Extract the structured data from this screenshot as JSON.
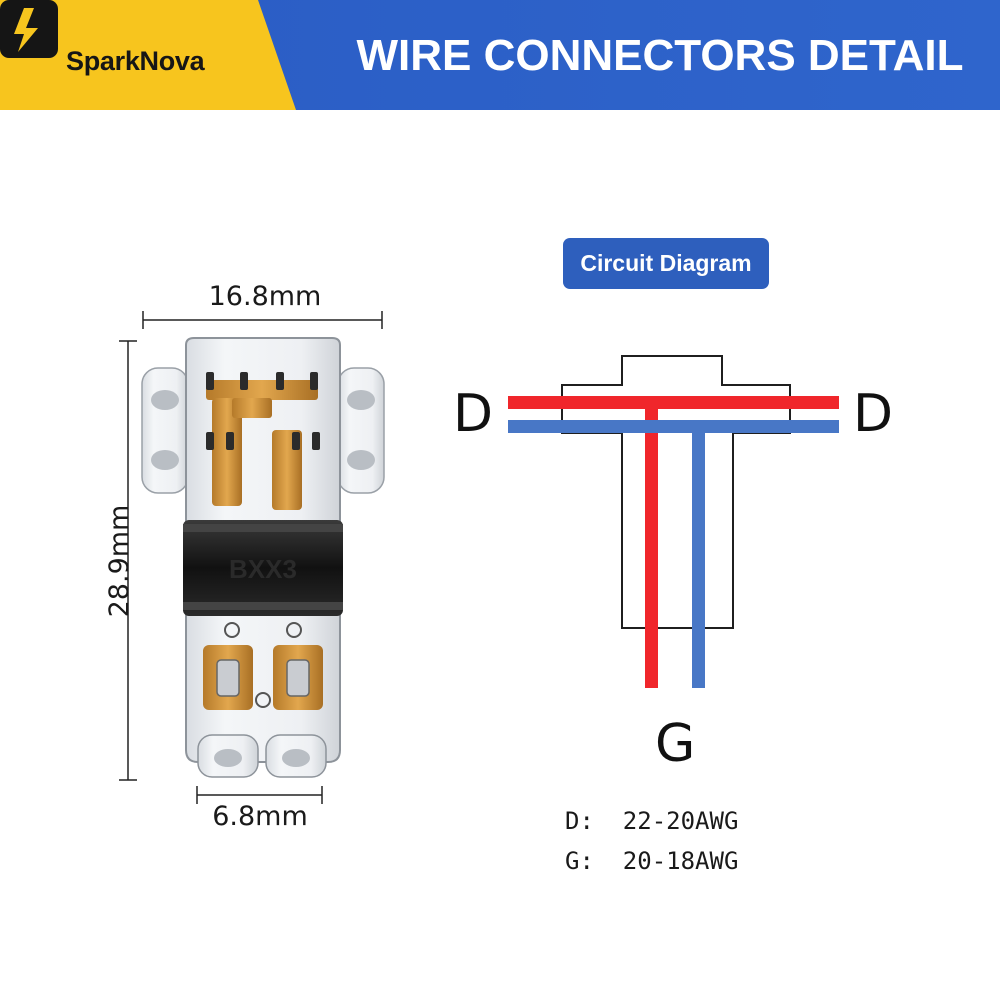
{
  "header": {
    "brand": "SparkNova",
    "title": "WIRE CONNECTORS DETAIL",
    "colors": {
      "yellow": "#f7c51e",
      "blue": "#2f63c8"
    },
    "logo_icon": "lightning-bolt-icon"
  },
  "product": {
    "width_label": "16.8mm",
    "height_label": "28.9mm",
    "branch_width_label": "6.8mm",
    "image": "transparent-t-tap-wire-connector",
    "marking": "BXX3"
  },
  "diagram": {
    "badge": "Circuit Diagram",
    "left_label": "D",
    "right_label": "D",
    "bottom_label": "G",
    "wire_colors": {
      "red": "#f0262b",
      "blue": "#4877c6"
    },
    "specs": [
      {
        "text": "D:  22-20AWG"
      },
      {
        "text": "G:  20-18AWG"
      }
    ]
  }
}
